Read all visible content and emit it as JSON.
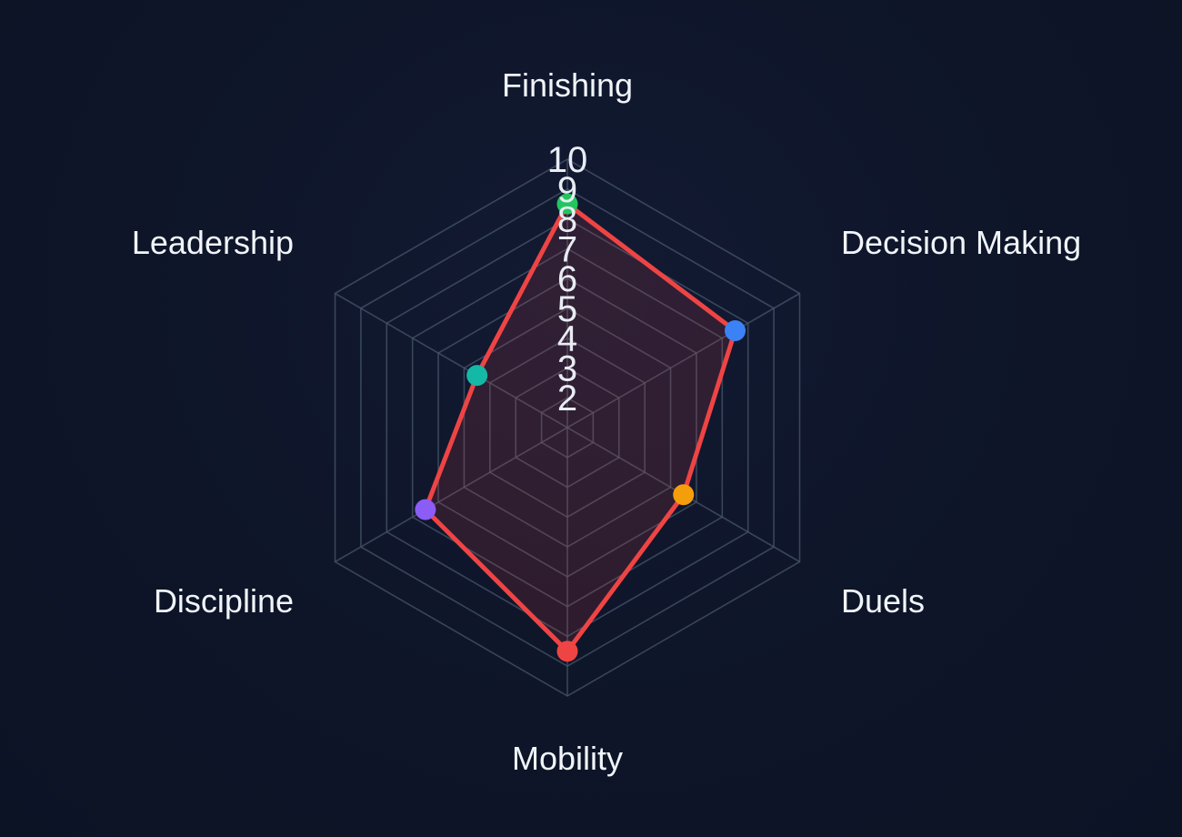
{
  "chart_data": {
    "type": "radar",
    "axes": [
      "Finishing",
      "Decision Making",
      "Duels",
      "Mobility",
      "Discipline",
      "Leadership"
    ],
    "series": [
      {
        "values": [
          8.5,
          7.5,
          5.5,
          8.5,
          6.5,
          4.5
        ],
        "line_color": "#ef4444",
        "point_colors": [
          "#22c55e",
          "#3b82f6",
          "#f59e0b",
          "#ef4444",
          "#8b5cf6",
          "#14b8a6"
        ]
      }
    ],
    "r_range": [
      1,
      10
    ],
    "ticks": [
      2,
      3,
      4,
      5,
      6,
      7,
      8,
      9,
      10
    ],
    "tick_labels": [
      "2",
      "3",
      "4",
      "5",
      "6",
      "7",
      "8",
      "9",
      "10"
    ],
    "grid": true,
    "colors": {
      "background": "#0f172a",
      "grid": "#475569",
      "fill": "#ef4444",
      "text": "#f1f5f9"
    }
  }
}
